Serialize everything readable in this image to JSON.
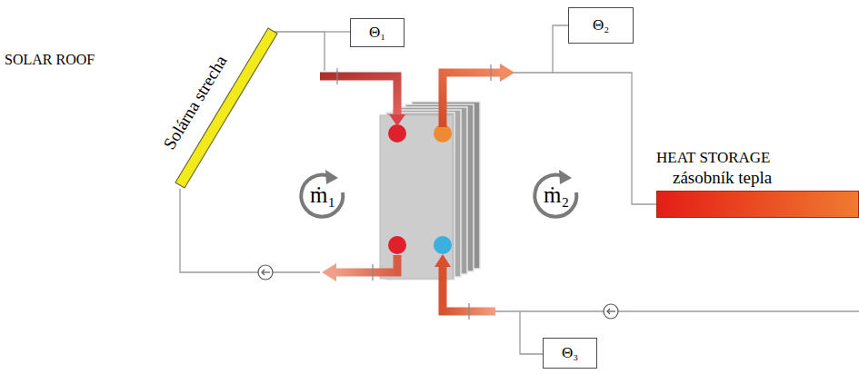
{
  "diagram": {
    "nodes": [
      {
        "text": [
          "Θ₁"
        ]
      },
      {
        "text": [
          "Θ₂"
        ]
      },
      {
        "text": [
          "Solárna strecha"
        ]
      },
      {
        "text": [
          "HEAT STORAGE",
          "zásobník tepla"
        ]
      },
      {
        "text": [
          "Θ₃"
        ]
      }
    ],
    "labels": [
      "SOLAR ROOF",
      "ṁ₁",
      "ṁ₂"
    ]
  }
}
